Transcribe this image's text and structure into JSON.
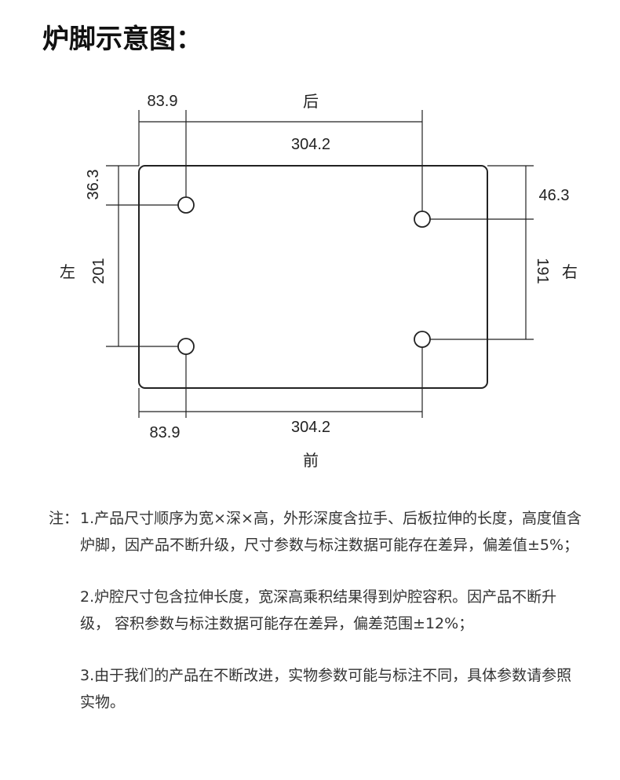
{
  "title": "炉脚示意图：",
  "diagram": {
    "top_label": "后",
    "bottom_label": "前",
    "left_label": "左",
    "right_label": "右",
    "top_offset": "83.9",
    "top_width": "304.2",
    "bottom_offset": "83.9",
    "bottom_width": "304.2",
    "left_offset": "36.3",
    "left_span": "201",
    "right_offset": "46.3",
    "right_span": "191"
  },
  "notes": {
    "label": "注：",
    "items": [
      "1.产品尺寸顺序为宽×深×高，外形深度含拉手、后板拉伸的长度，高度值含炉脚，因产品不断升级，尺寸参数与标注数据可能存在差异，偏差值±5%；",
      "2.炉腔尺寸包含拉伸长度，宽深高乘积结果得到炉腔容积。因产品不断升级， 容积参数与标注数据可能存在差异，偏差范围±12%；",
      "3.由于我们的产品在不断改进，实物参数可能与标注不同，具体参数请参照实物。"
    ]
  }
}
